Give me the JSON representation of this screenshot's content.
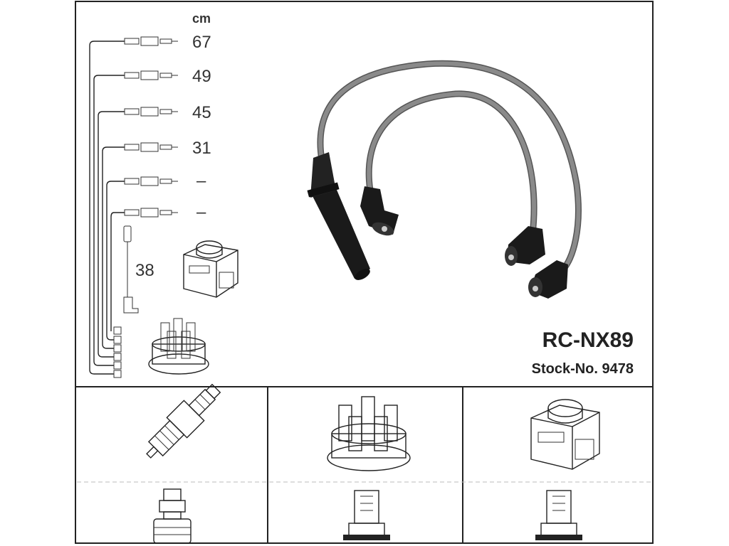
{
  "header": {
    "unit": "cm"
  },
  "cables": [
    {
      "length": "67"
    },
    {
      "length": "49"
    },
    {
      "length": "45"
    },
    {
      "length": "31"
    },
    {
      "length": "–"
    },
    {
      "length": "–"
    }
  ],
  "coil_lead": {
    "length": "38"
  },
  "product": {
    "part_number": "RC-NX89",
    "stock_number": "Stock-No. 9478"
  },
  "colors": {
    "ink": "#222222",
    "wire": "#777777",
    "boot": "#1a1a1a",
    "background": "#ffffff"
  },
  "icons": {
    "spark_plug": "spark-plug-icon",
    "distributor_cap": "distributor-cap-icon",
    "ignition_coil": "ignition-coil-icon",
    "plug_connector": "plug-connector-icon",
    "distributor_connector": "distributor-connector-icon",
    "coil_connector": "coil-connector-icon"
  }
}
